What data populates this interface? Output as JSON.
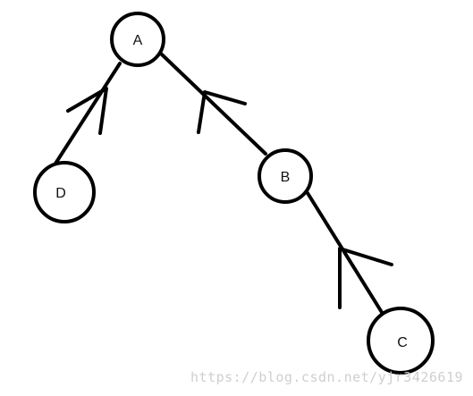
{
  "diagram": {
    "stroke_color": "#000000",
    "background_color": "#ffffff",
    "nodes": [
      {
        "id": "A",
        "label": "A"
      },
      {
        "id": "B",
        "label": "B"
      },
      {
        "id": "C",
        "label": "C"
      },
      {
        "id": "D",
        "label": "D"
      }
    ],
    "edges": [
      {
        "from": "D",
        "to": "A"
      },
      {
        "from": "B",
        "to": "A"
      },
      {
        "from": "C",
        "to": "B"
      }
    ]
  },
  "watermark": {
    "text": "https://blog.csdn.net/yjr3426619",
    "color": "#cfcfcf"
  }
}
